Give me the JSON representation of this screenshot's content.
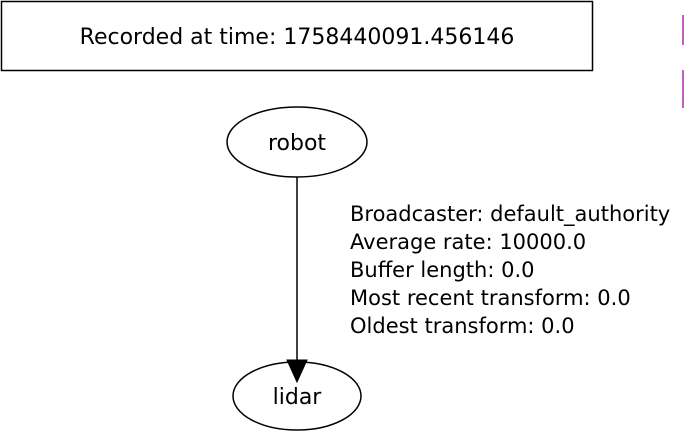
{
  "header": {
    "recorded_text": "Recorded at time: 1758440091.456146"
  },
  "nodes": {
    "robot": {
      "label": "robot"
    },
    "lidar": {
      "label": "lidar"
    }
  },
  "edge": {
    "from": "robot",
    "to": "lidar",
    "info": [
      "Broadcaster: default_authority",
      "Average rate: 10000.0",
      "Buffer length: 0.0",
      "Most recent transform: 0.0",
      "Oldest transform: 0.0"
    ]
  },
  "colors": {
    "stroke": "#000000",
    "background": "#ffffff",
    "edge_marker": "#c060c0"
  }
}
